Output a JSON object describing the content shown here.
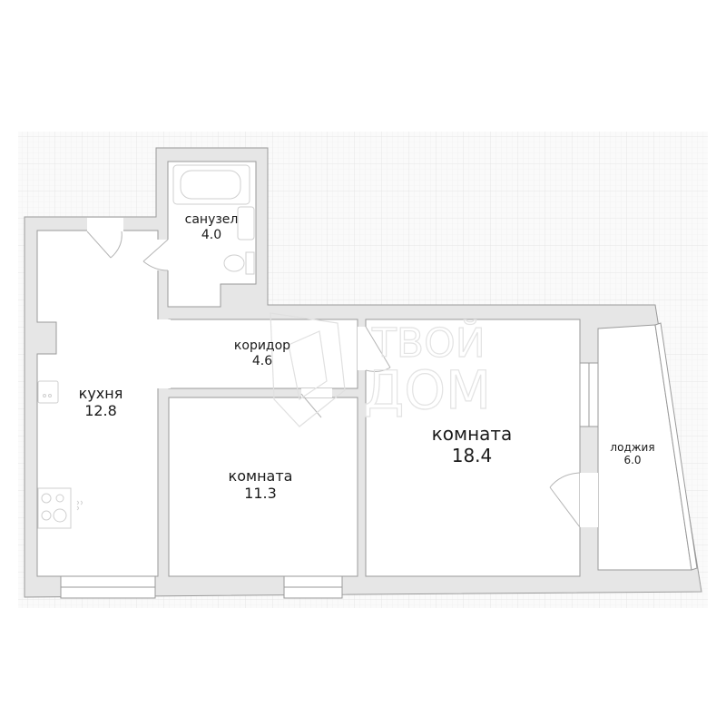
{
  "plan": {
    "type": "apartment floor plan",
    "watermark": {
      "line1": "ТВОЙ",
      "line2": "ДОМ"
    },
    "colors": {
      "wall": "#e6e6e6",
      "wall_stroke": "#9a9a9a",
      "grid": "#e9e9e9",
      "grid_bg": "#f7f7f7",
      "text": "#1a1a1a"
    },
    "rooms": [
      {
        "id": "bathroom",
        "name": "санузел",
        "area": "4.0"
      },
      {
        "id": "corridor",
        "name": "коридор",
        "area": "4.6"
      },
      {
        "id": "kitchen",
        "name": "кухня",
        "area": "12.8"
      },
      {
        "id": "room-small",
        "name": "комната",
        "area": "11.3"
      },
      {
        "id": "room-large",
        "name": "комната",
        "area": "18.4"
      },
      {
        "id": "loggia",
        "name": "лоджия",
        "area": "6.0"
      }
    ]
  }
}
